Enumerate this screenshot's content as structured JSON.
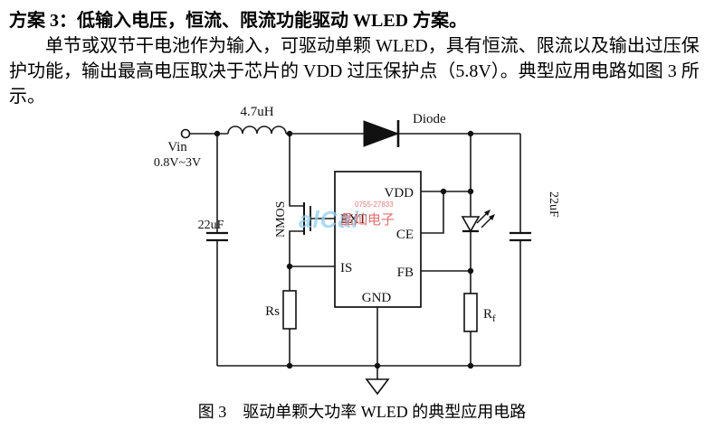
{
  "page": {
    "heading": "方案 3：低输入电压，恒流、限流功能驱动 WLED 方案。",
    "paragraph_lines": [
      "单节或双节干电池作为输入，可驱动单颗 WLED，具有恒流、限流以及输出过压保",
      "护功能，输出最高电压取决于芯片的 VDD 过压保护点（5.8V）。典型应用电路如图 3 所",
      "示。"
    ],
    "caption": "图 3　驱动单颗大功率 WLED 的典型应用电路"
  },
  "circuit": {
    "labels": {
      "vin": "Vin",
      "vin_range": "0.8V~3V",
      "inductor": "4.7uH",
      "diode": "Diode",
      "cap_left": "22uF",
      "cap_right": "22uF",
      "nmos": "NMOS",
      "rs": "Rs",
      "rf_base": "R",
      "rf_sub": "f",
      "pins": {
        "vdd": "VDD",
        "ext": "EXT",
        "ce": "CE",
        "is": "IS",
        "fb": "FB",
        "gnd": "GND"
      }
    },
    "watermark": {
      "blue": "alCai",
      "red": "晶灿电子",
      "small": "0755-27833"
    },
    "colors": {
      "line": "#1a1a1a",
      "watermark_blue": "#8fd0f0",
      "watermark_red": "#e05555"
    }
  }
}
